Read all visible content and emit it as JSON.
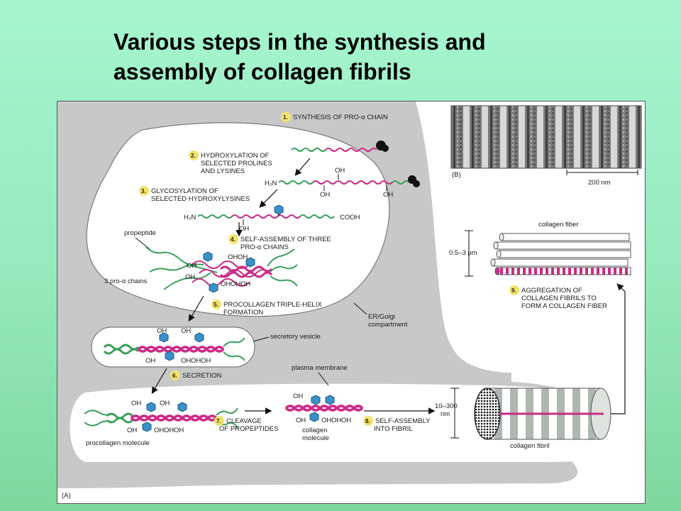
{
  "title": {
    "line1": "Various steps in the synthesis and",
    "line2": "assembly of collagen fibrils"
  },
  "panel_a": "(A)",
  "panel_b": "(B)",
  "scale_bar": "200 nm",
  "steps": [
    {
      "num": "1.",
      "lines": [
        "SYNTHESIS OF PRO-α CHAIN"
      ]
    },
    {
      "num": "2.",
      "lines": [
        "HYDROXYLATION OF",
        "SELECTED PROLINES",
        "AND LYSINES"
      ]
    },
    {
      "num": "3.",
      "lines": [
        "GLYCOSYLATION OF",
        "SELECTED HYDROXYLYSINES"
      ]
    },
    {
      "num": "4.",
      "lines": [
        "SELF-ASSEMBLY OF THREE",
        "PRO-α CHAINS"
      ]
    },
    {
      "num": "5.",
      "lines": [
        "PROCOLLAGEN TRIPLE-HELIX",
        "FORMATION"
      ]
    },
    {
      "num": "6.",
      "lines": [
        "SECRETION"
      ]
    },
    {
      "num": "7.",
      "lines": [
        "CLEAVAGE",
        "OF PROPEPTIDES"
      ]
    },
    {
      "num": "8.",
      "lines": [
        "SELF-ASSEMBLY",
        "INTO FIBRIL"
      ]
    },
    {
      "num": "9.",
      "lines": [
        "AGGREGATION OF",
        "COLLAGEN FIBRILS TO",
        "FORM A COLLAGEN FIBER"
      ]
    }
  ],
  "labels": {
    "h2n_1": "H₂N",
    "h2n_2": "H₂N",
    "cooh": "COOH",
    "oh": "OH",
    "propeptide": "propeptide",
    "three_chains": "3 pro-α chains",
    "er_golgi_1": "ER/Golgi",
    "er_golgi_2": "compartment",
    "secretory_vesicle": "secretory vesicle",
    "plasma_membrane": "plasma membrane",
    "procollagen_molecule": "procollagen molecule",
    "collagen_molecule_1": "collagen",
    "collagen_molecule_2": "molecule",
    "fibril_size_1": "10–300",
    "fibril_size_2": "nm",
    "collagen_fibril": "collagen fibril",
    "collagen_fiber": "collagen fiber",
    "fiber_size": "0.5–3 μm"
  },
  "colors": {
    "cell": "#c8c8c8",
    "chain_magenta": "#cc2a86",
    "chain_green": "#3aa05a",
    "sugar_blue": "#3a90c8",
    "badge": "#f2e36a"
  }
}
